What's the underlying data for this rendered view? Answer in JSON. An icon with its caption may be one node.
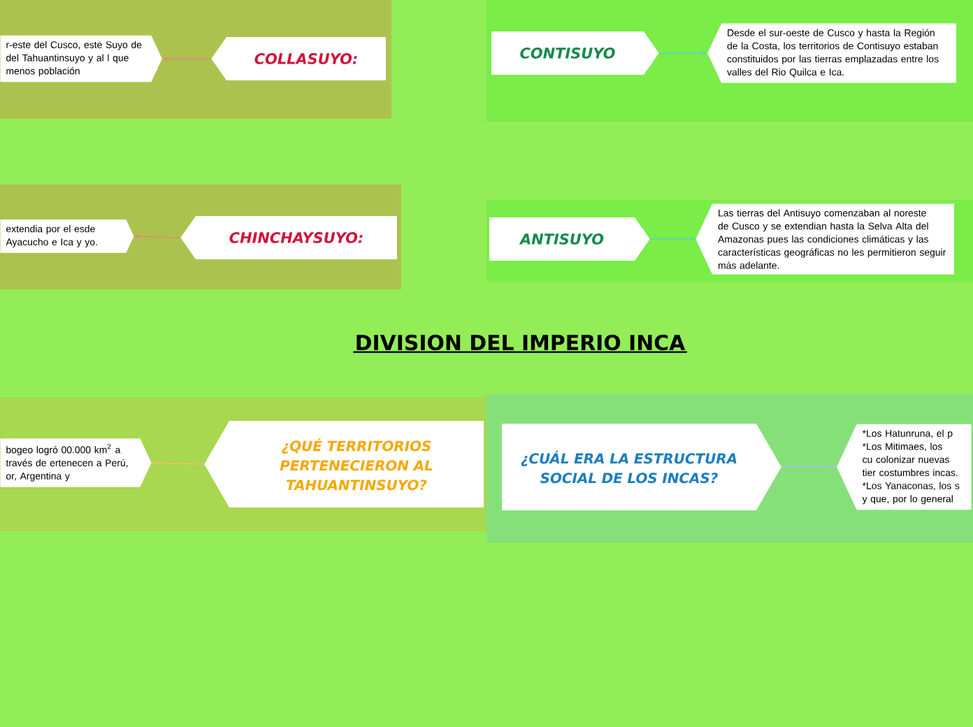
{
  "diagram": {
    "title": "DIVISION DEL IMPERIO INCA",
    "nodes": [
      {
        "text": [
          "COLLASUYO:"
        ]
      },
      {
        "text": [
          "r-este del Cusco, este Suyo de del Tahuantinsuyo y al l que menos población"
        ]
      },
      {
        "text": [
          "CONTISUYO"
        ]
      },
      {
        "text": [
          "Desde el sur-oeste de Cusco y hasta la Región de la Costa, los territorios de Contisuyo estaban constituidos por las tierras emplazadas entre los valles del Rio Quilca e Ica."
        ]
      },
      {
        "text": [
          "CHINCHAYSUYO:"
        ]
      },
      {
        "text": [
          "extendia por el esde Ayacucho e Ica y yo."
        ]
      },
      {
        "text": [
          "ANTISUYO"
        ]
      },
      {
        "text": [
          "Las tierras del Antisuyo comenzaban al noreste de Cusco y se extendian hasta la Selva Alta del Amazonas pues las condiciones climáticas y las características geográficas no les permitieron seguir más adelante."
        ]
      },
      {
        "text": [
          "¿QUÉ TERRITORIOS PERTENECIERON AL TAHUANTINSUYO?"
        ]
      },
      {
        "text": [
          "bogeo logró 00.000 km$^{2}$ a través de ertenecen a Perú, or, Argentina y"
        ]
      },
      {
        "text": [
          "¿CUÁL ERA LA ESTRUCTURA SOCIAL DE LOS INCAS?"
        ]
      },
      {
        "text": [
          "*Los Hatunruna, el p *Los Mitimaes, los cu colonizar nuevas tier costumbres incas. *Los Yanaconas, los s y que, por lo general"
        ]
      }
    ],
    "edges": [
      {
        "from": 0,
        "to": 1,
        "arrow": "to",
        "color": "#e88080"
      },
      {
        "from": 2,
        "to": 3,
        "arrow": "to",
        "color": "#58d0c8"
      },
      {
        "from": 4,
        "to": 5,
        "arrow": "to",
        "color": "#e88080"
      },
      {
        "from": 6,
        "to": 7,
        "arrow": "to",
        "color": "#58d0c8"
      },
      {
        "from": 8,
        "to": 9,
        "arrow": "to",
        "color": "#f0c070"
      },
      {
        "from": 10,
        "to": 11,
        "arrow": "to",
        "color": "#a0c0f0"
      }
    ]
  }
}
